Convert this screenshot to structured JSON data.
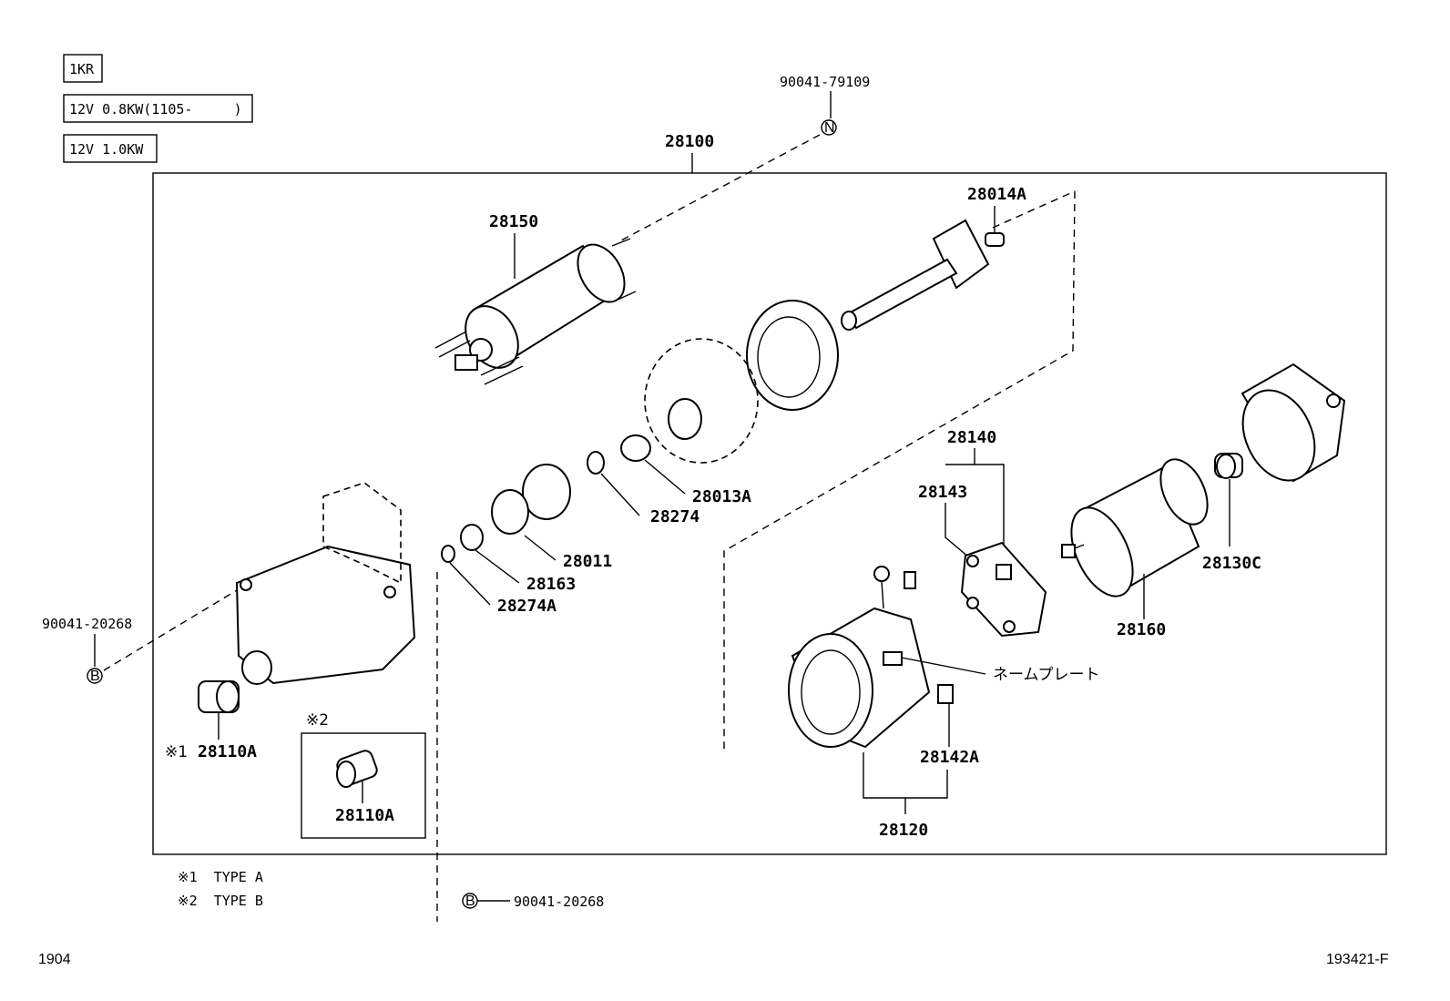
{
  "spec_tags": [
    "1KR",
    "12V 0.8KW(1105-     )",
    "12V 1.0KW"
  ],
  "assembly": "28100",
  "parts": {
    "p28150": "28150",
    "p28014A": "28014A",
    "p28013A": "28013A",
    "p28274": "28274",
    "p28011": "28011",
    "p28163": "28163",
    "p28274A": "28274A",
    "p28140": "28140",
    "p28143": "28143",
    "p28160": "28160",
    "p28130C": "28130C",
    "p28142A": "28142A",
    "p28120": "28120",
    "p28110A_1": "28110A",
    "p28110A_2": "28110A"
  },
  "bolts": {
    "top": "90041-79109",
    "left": "90041-20268",
    "bottom": "90041-20268",
    "top_ref": "N",
    "left_ref": "B",
    "bottom_ref": "B"
  },
  "nameplate_label": "ネームプレート",
  "markers": {
    "m1": "※1",
    "m2": "※2"
  },
  "legend": [
    "※1  TYPE A",
    "※2  TYPE B"
  ],
  "footer": {
    "left": "1904",
    "right": "193421-F"
  }
}
